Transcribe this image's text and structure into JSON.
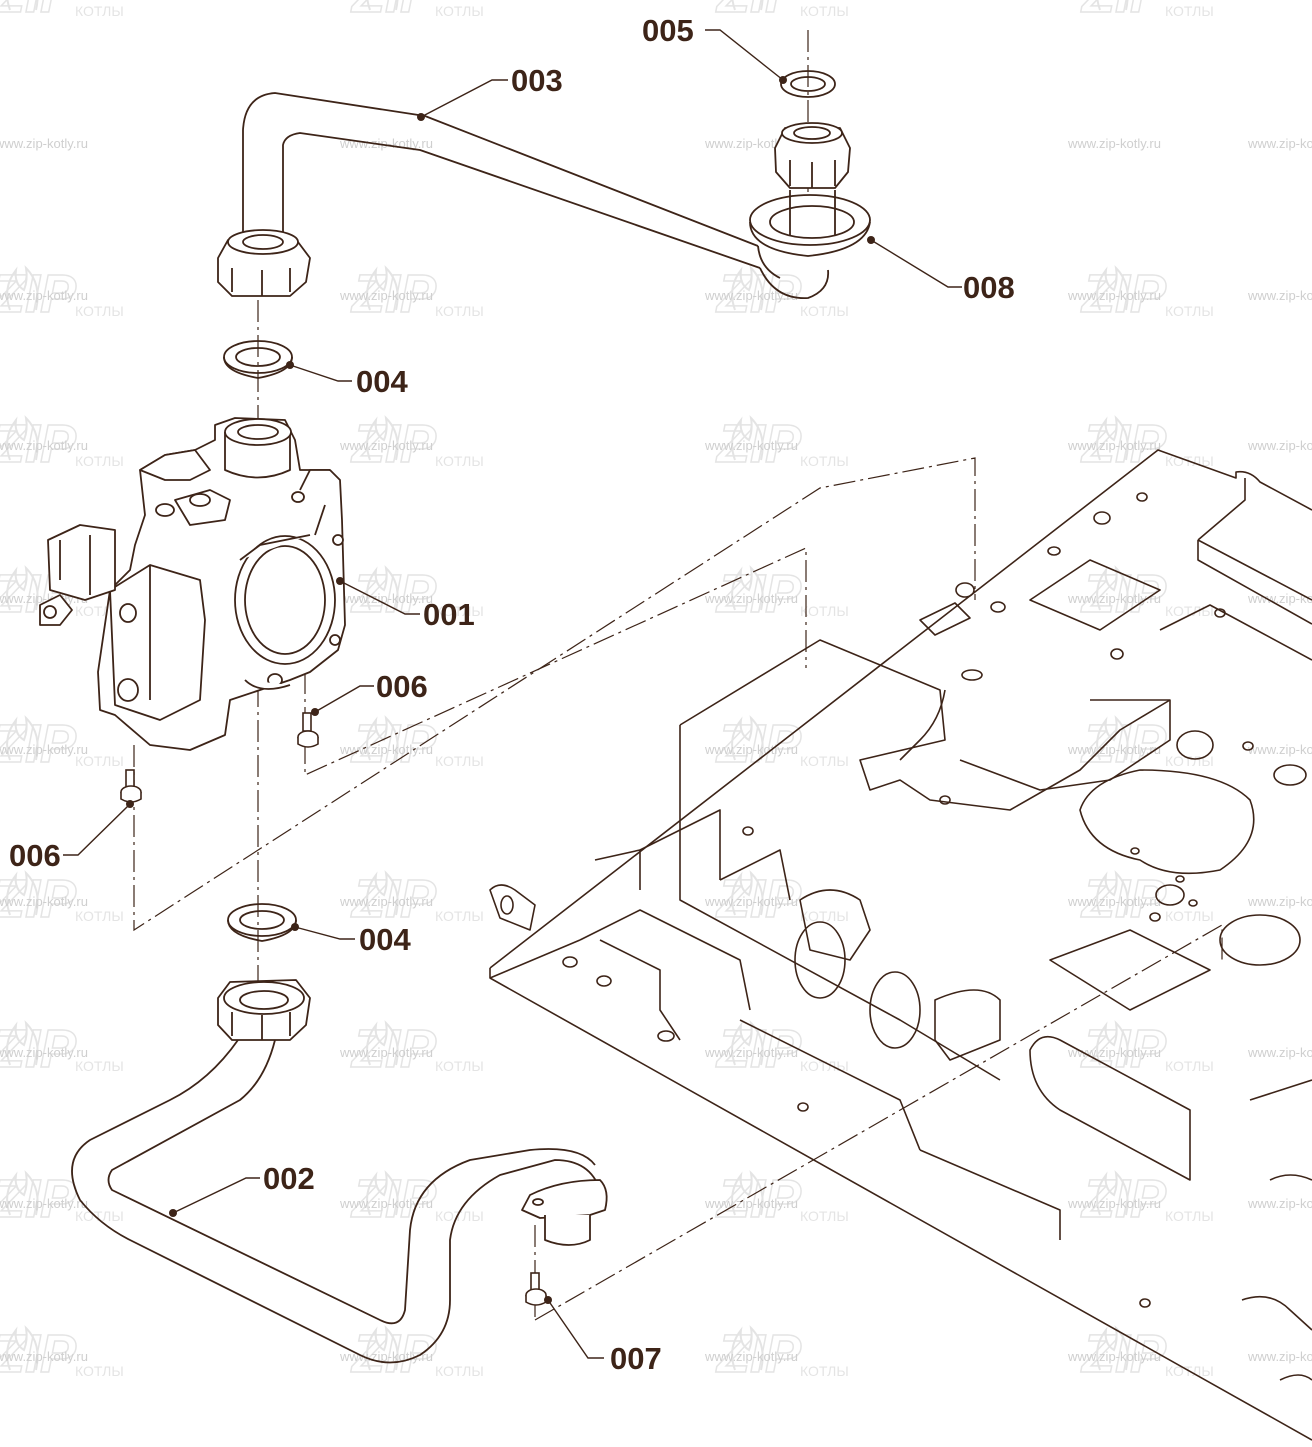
{
  "colors": {
    "ink": "#3d2418",
    "watermark": "#cfcfcf"
  },
  "watermark": {
    "url": "www.zip-kotly.ru",
    "logo_main": "ZIP",
    "logo_sub": "КОТЛЫ"
  },
  "callouts": [
    {
      "id": "001",
      "text": "001"
    },
    {
      "id": "002",
      "text": "002"
    },
    {
      "id": "003",
      "text": "003"
    },
    {
      "id": "004a",
      "text": "004"
    },
    {
      "id": "004b",
      "text": "004"
    },
    {
      "id": "005",
      "text": "005"
    },
    {
      "id": "006a",
      "text": "006"
    },
    {
      "id": "006b",
      "text": "006"
    },
    {
      "id": "007",
      "text": "007"
    },
    {
      "id": "008",
      "text": "008"
    }
  ]
}
